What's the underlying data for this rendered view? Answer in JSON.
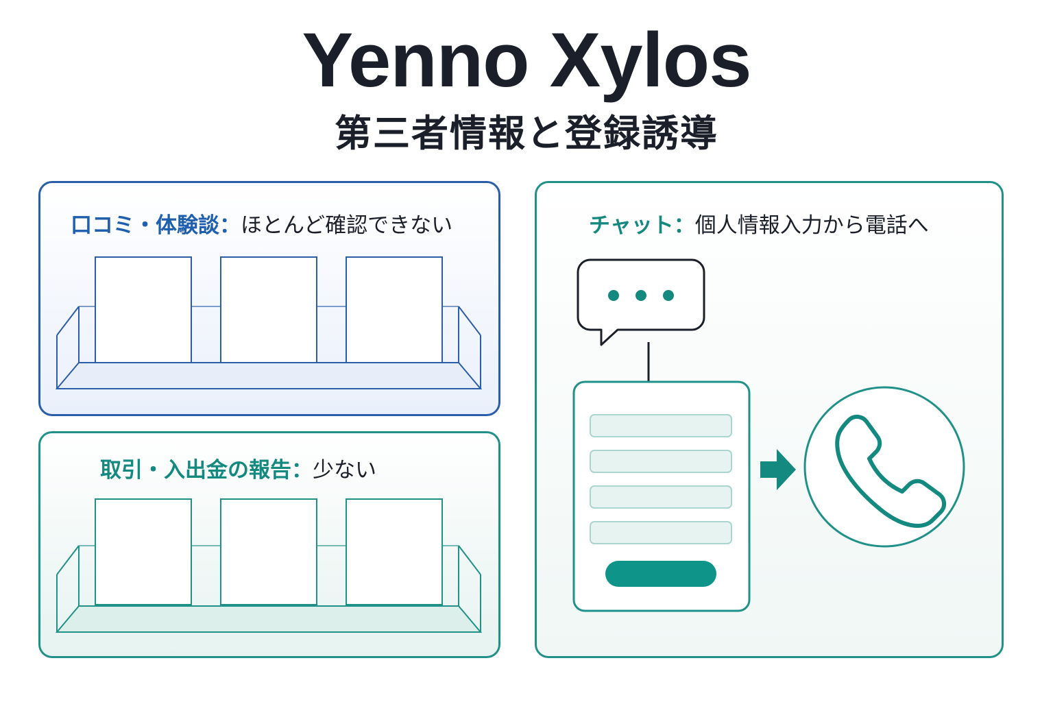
{
  "header": {
    "title": "Yenno Xylos",
    "subtitle": "第三者情報と登録誘導"
  },
  "panels": {
    "reviews": {
      "label": "口コミ・体験談：",
      "status": "ほとんど確認できない",
      "accent": "#2a5ea8"
    },
    "trades": {
      "label": "取引・入出金の報告：",
      "status": "少ない",
      "accent": "#1f9188"
    },
    "chat": {
      "label": "チャット：",
      "status": "個人情報入力から電話へ",
      "accent": "#1f9188",
      "icons": [
        "chat-bubble-icon",
        "form-icon",
        "arrow-right-icon",
        "phone-icon"
      ]
    }
  }
}
